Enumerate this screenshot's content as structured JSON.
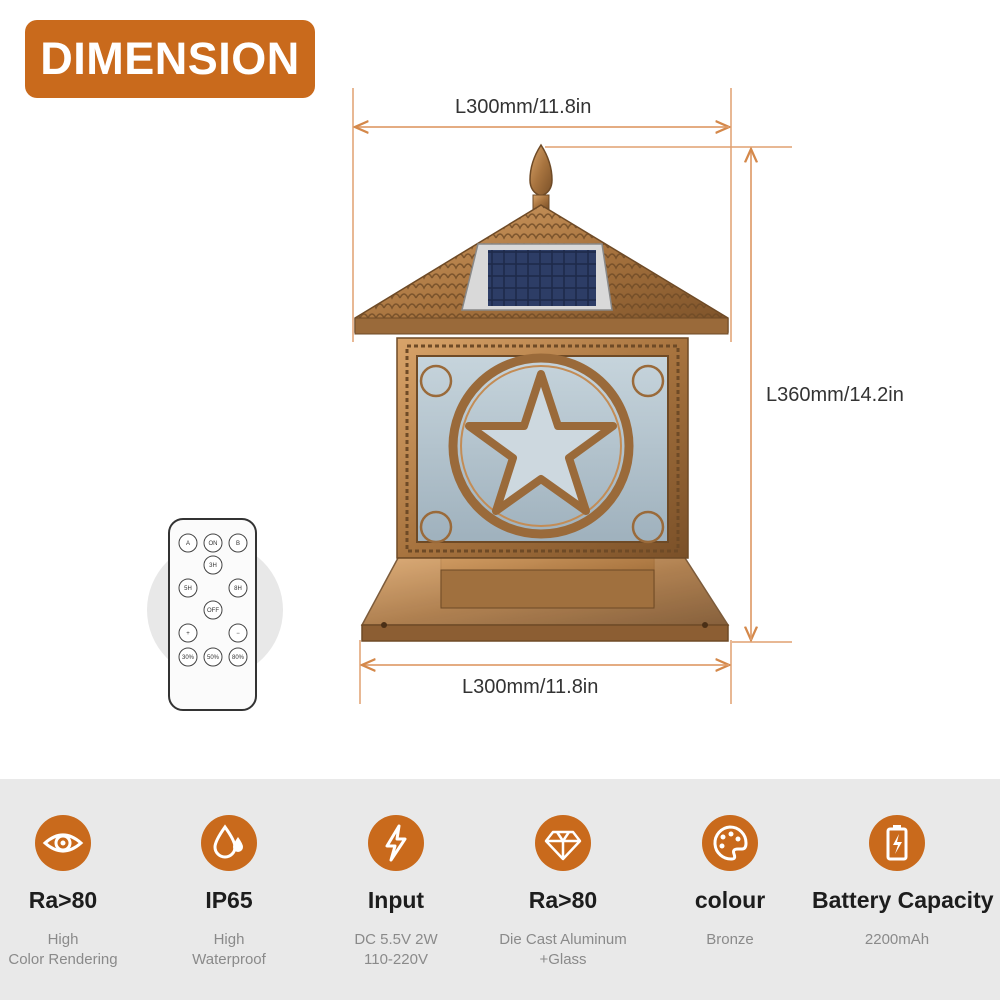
{
  "header": {
    "badge": "DIMENSION"
  },
  "dimensions": {
    "top_width": "L300mm/11.8in",
    "height": "L360mm/14.2in",
    "bottom_width": "L300mm/11.8in"
  },
  "remote": {
    "buttons": [
      "A",
      "ON",
      "B",
      "3H",
      "5H",
      "8H",
      "OFF",
      "+",
      "−",
      "30%",
      "50%",
      "80%"
    ]
  },
  "colors": {
    "accent": "#c96a1c",
    "band": "#e9e9e9",
    "bronze": "#b07a45"
  },
  "features": [
    {
      "icon": "eye-icon",
      "title": "Ra>80",
      "desc": [
        "High",
        "Color Rendering"
      ]
    },
    {
      "icon": "water-drop-icon",
      "title": "IP65",
      "desc": [
        "High",
        "Waterproof"
      ]
    },
    {
      "icon": "lightning-icon",
      "title": "Input",
      "desc": [
        "DC 5.5V 2W",
        "110-220V"
      ]
    },
    {
      "icon": "diamond-icon",
      "title": "Ra>80",
      "desc": [
        "Die Cast Aluminum",
        "+Glass"
      ]
    },
    {
      "icon": "palette-icon",
      "title": "colour",
      "desc": [
        "Bronze"
      ]
    },
    {
      "icon": "battery-icon",
      "title": "Battery Capacity",
      "desc": [
        "2200mAh"
      ]
    }
  ]
}
